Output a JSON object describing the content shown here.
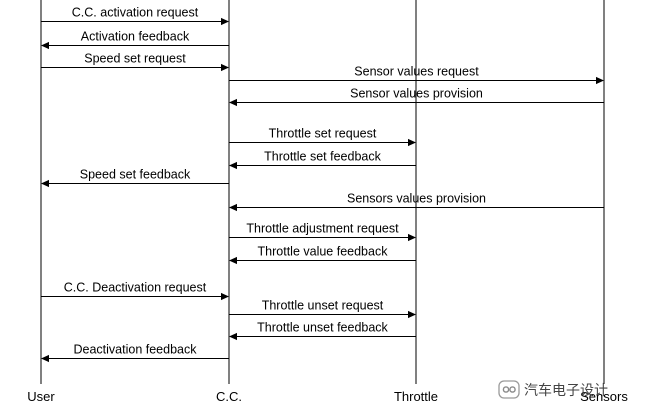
{
  "actors": [
    {
      "id": "user",
      "label": "User"
    },
    {
      "id": "cc",
      "label": "C.C."
    },
    {
      "id": "throttle",
      "label": "Throttle"
    },
    {
      "id": "sensors",
      "label": "Sensors"
    }
  ],
  "messages": [
    {
      "label": "C.C. activation request",
      "from": "user",
      "to": "cc"
    },
    {
      "label": "Activation feedback",
      "from": "cc",
      "to": "user"
    },
    {
      "label": "Speed set request",
      "from": "user",
      "to": "cc"
    },
    {
      "label": "Sensor values request",
      "from": "cc",
      "to": "sensors"
    },
    {
      "label": "Sensor values provision",
      "from": "sensors",
      "to": "cc"
    },
    {
      "label": "Throttle set request",
      "from": "cc",
      "to": "throttle"
    },
    {
      "label": "Throttle set feedback",
      "from": "throttle",
      "to": "cc"
    },
    {
      "label": "Speed set feedback",
      "from": "cc",
      "to": "user"
    },
    {
      "label": "Sensors values provision",
      "from": "sensors",
      "to": "cc"
    },
    {
      "label": "Throttle adjustment request",
      "from": "cc",
      "to": "throttle"
    },
    {
      "label": "Throttle value feedback",
      "from": "throttle",
      "to": "cc"
    },
    {
      "label": "C.C. Deactivation request",
      "from": "user",
      "to": "cc"
    },
    {
      "label": "Throttle unset request",
      "from": "cc",
      "to": "throttle"
    },
    {
      "label": "Throttle unset feedback",
      "from": "throttle",
      "to": "cc"
    },
    {
      "label": "Deactivation feedback",
      "from": "cc",
      "to": "user"
    }
  ],
  "watermark": {
    "text": "汽车电子设计",
    "icon": "wechat-official-account-icon"
  }
}
